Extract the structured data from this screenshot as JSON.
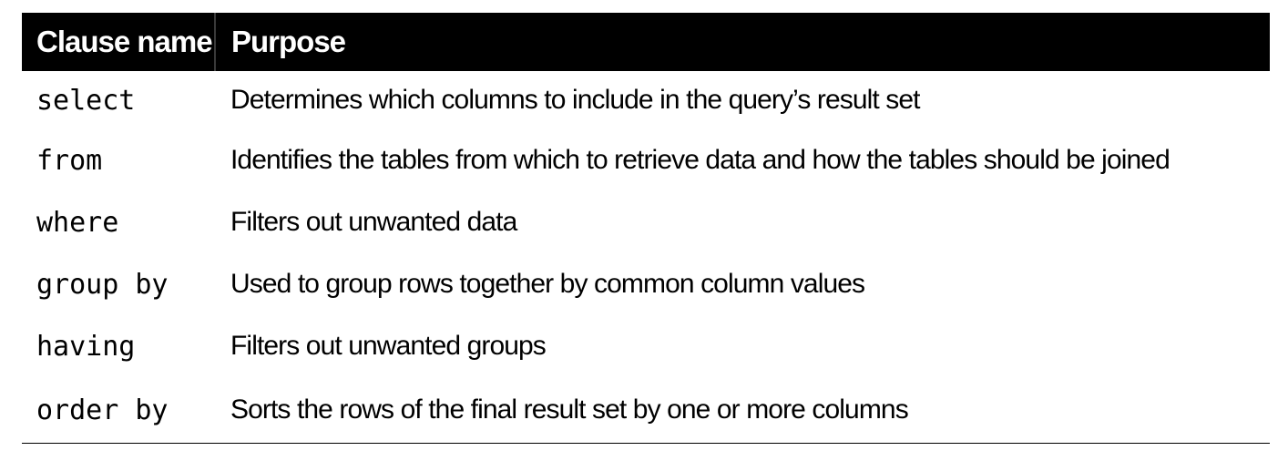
{
  "table": {
    "headers": {
      "clause": "Clause name",
      "purpose": "Purpose"
    },
    "rows": [
      {
        "clause": "select",
        "purpose": "Determines which columns to include in the query’s result set"
      },
      {
        "clause": "from",
        "purpose": "Identifies the tables from which to retrieve data and how the tables should be joined"
      },
      {
        "clause": "where",
        "purpose": "Filters out unwanted data"
      },
      {
        "clause": "group by",
        "purpose": "Used to group rows together by common column values"
      },
      {
        "clause": "having",
        "purpose": "Filters out unwanted groups"
      },
      {
        "clause": "order by",
        "purpose": "Sorts the rows of the final result set by one or more columns"
      }
    ]
  },
  "colors": {
    "header_bg": "#000000",
    "header_text": "#ffffff",
    "body_text": "#000000"
  }
}
